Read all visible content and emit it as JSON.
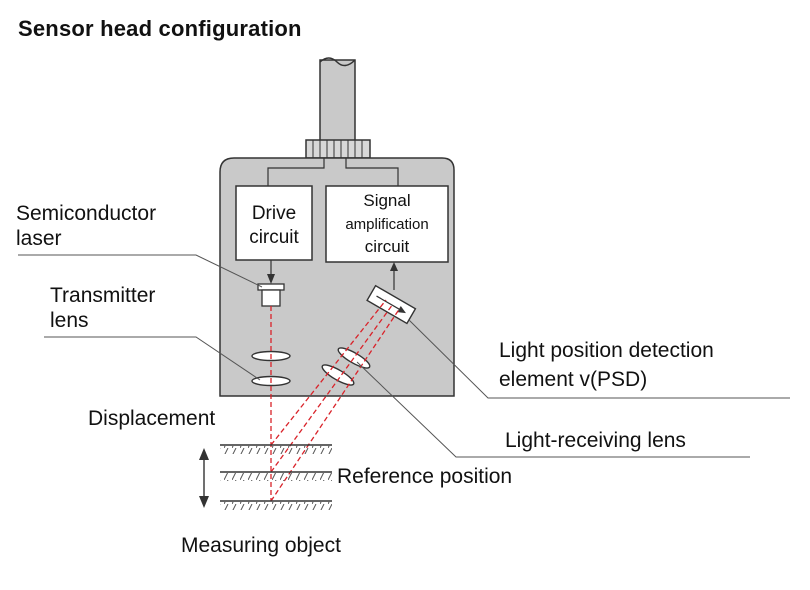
{
  "title": "Sensor head configuration",
  "labels": {
    "drive_1": "Drive",
    "drive_2": "circuit",
    "signal_1": "Signal",
    "signal_2": "amplification",
    "signal_3": "circuit",
    "semi_1": "Semiconductor",
    "semi_2": "laser",
    "trans_1": "Transmitter",
    "trans_2": "lens",
    "psd_1": "Light position detection",
    "psd_2": "element v(PSD)",
    "displacement": "Displacement",
    "receiving_lens": "Light-receiving lens",
    "reference": "Reference position",
    "measuring": "Measuring object"
  },
  "colors": {
    "housing": "#c9c9c9",
    "outline": "#333333",
    "beam": "#d9232a",
    "leader": "#555555"
  }
}
